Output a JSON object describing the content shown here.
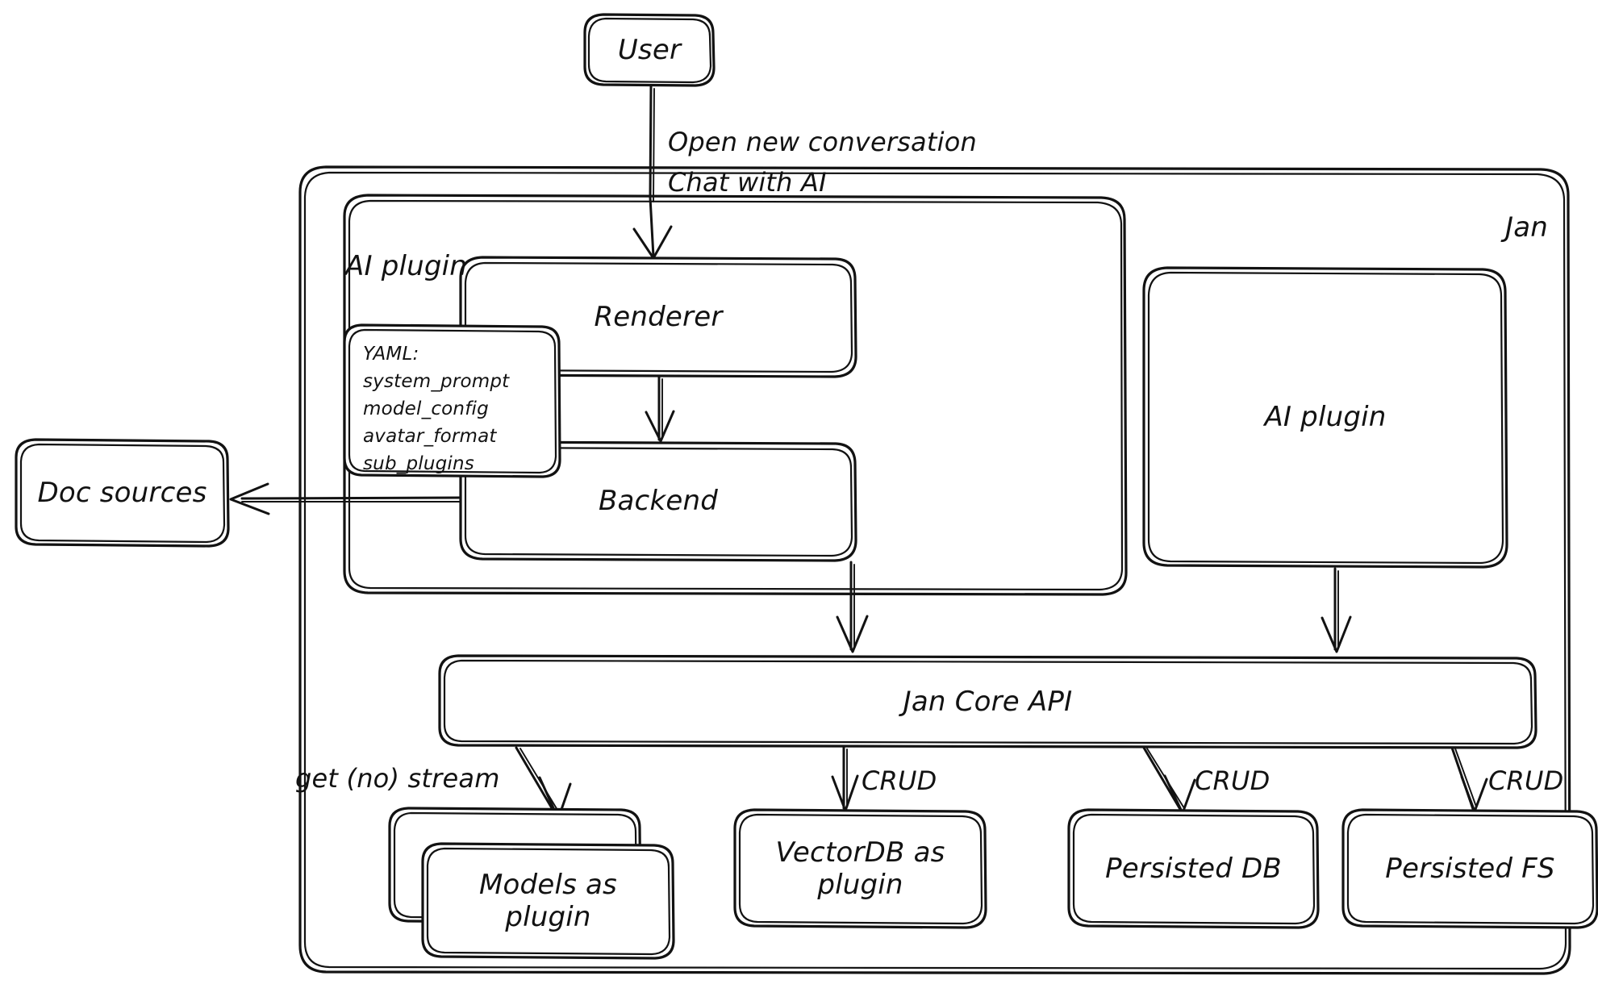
{
  "diagram": {
    "title": "Jan architecture diagram",
    "style": "hand-drawn sketch",
    "stroke_color": "#121212",
    "background_color": "#ffffff"
  },
  "containers": {
    "jan": {
      "label": "Jan"
    },
    "ai_plugin_group": {
      "label": "AI plugin"
    }
  },
  "nodes": {
    "user": {
      "label": "User"
    },
    "renderer": {
      "label": "Renderer"
    },
    "backend": {
      "label": "Backend"
    },
    "yaml": {
      "label": "YAML:\nsystem_prompt\nmodel_config\navatar_format\nsub_plugins"
    },
    "doc_sources": {
      "label": "Doc sources"
    },
    "ai_plugin_node": {
      "label": "AI plugin"
    },
    "jan_core_api": {
      "label": "Jan Core API"
    },
    "models_plugin": {
      "label": "Models as\nplugin"
    },
    "vectordb_plugin": {
      "label": "VectorDB as\nplugin"
    },
    "persisted_db": {
      "label": "Persisted DB"
    },
    "persisted_fs": {
      "label": "Persisted FS"
    }
  },
  "edges": [
    {
      "id": "user-renderer",
      "from": "user",
      "to": "renderer",
      "label": "Open new conversation\nChat with AI"
    },
    {
      "id": "renderer-backend",
      "from": "renderer",
      "to": "backend",
      "label": ""
    },
    {
      "id": "backend-docsources",
      "from": "backend",
      "to": "doc_sources",
      "label": ""
    },
    {
      "id": "backend-core",
      "from": "backend",
      "to": "jan_core_api",
      "label": ""
    },
    {
      "id": "aiplugin-core",
      "from": "ai_plugin_node",
      "to": "jan_core_api",
      "label": ""
    },
    {
      "id": "core-models",
      "from": "jan_core_api",
      "to": "models_plugin",
      "label": "get (no) stream"
    },
    {
      "id": "core-vectordb",
      "from": "jan_core_api",
      "to": "vectordb_plugin",
      "label": "CRUD"
    },
    {
      "id": "core-db",
      "from": "jan_core_api",
      "to": "persisted_db",
      "label": "CRUD"
    },
    {
      "id": "core-fs",
      "from": "jan_core_api",
      "to": "persisted_fs",
      "label": "CRUD"
    }
  ],
  "edge_labels": {
    "user_to_renderer_line1": "Open new conversation",
    "user_to_renderer_line2": "Chat with AI",
    "get_no_stream": "get (no) stream",
    "crud_vectordb": "CRUD",
    "crud_db": "CRUD",
    "crud_fs": "CRUD"
  }
}
